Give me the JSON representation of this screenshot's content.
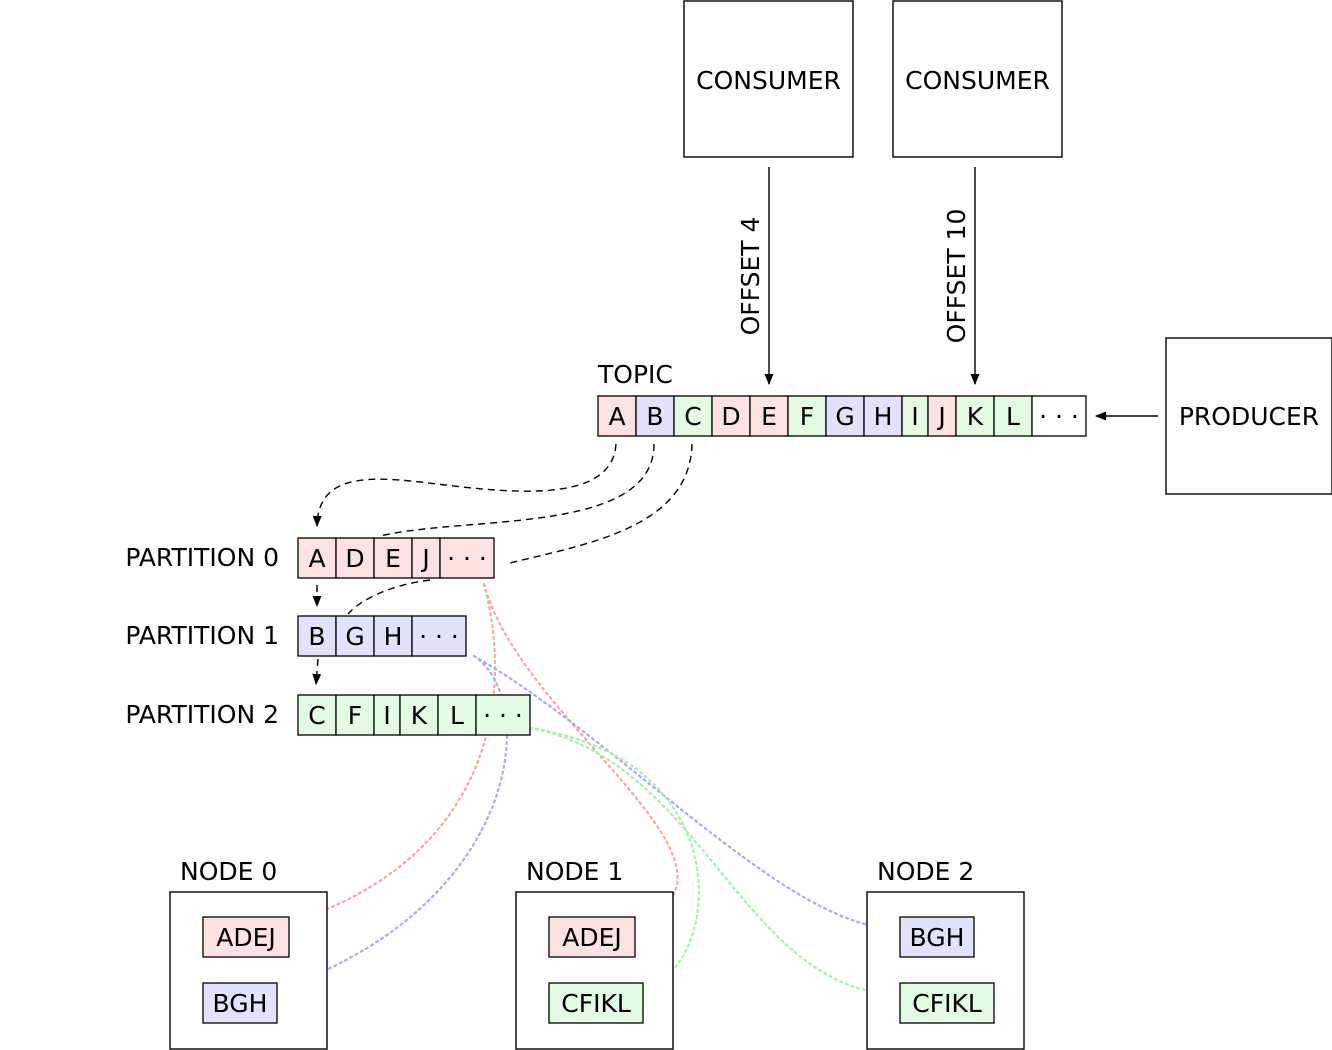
{
  "colors": {
    "red_fill": "#fde2e2",
    "blue_fill": "#e2e2fb",
    "green_fill": "#e2fbe2",
    "red_line": "#f4a6a6",
    "blue_line": "#a9a9f2",
    "green_line": "#a9eea9",
    "ellipsis_fill": "#ffffff"
  },
  "consumers": [
    {
      "label": "CONSUMER",
      "offset_label": "OFFSET 4",
      "target_index": 4
    },
    {
      "label": "CONSUMER",
      "offset_label": "OFFSET 10",
      "target_index": 10
    }
  ],
  "producer": {
    "label": "PRODUCER"
  },
  "topic": {
    "label": "TOPIC",
    "cells": [
      {
        "text": "A",
        "color": "red"
      },
      {
        "text": "B",
        "color": "blue"
      },
      {
        "text": "C",
        "color": "green"
      },
      {
        "text": "D",
        "color": "red"
      },
      {
        "text": "E",
        "color": "red"
      },
      {
        "text": "F",
        "color": "green"
      },
      {
        "text": "G",
        "color": "blue"
      },
      {
        "text": "H",
        "color": "blue"
      },
      {
        "text": "I",
        "color": "green"
      },
      {
        "text": "J",
        "color": "red"
      },
      {
        "text": "K",
        "color": "green"
      },
      {
        "text": "L",
        "color": "green"
      },
      {
        "text": "· · ·",
        "color": "none"
      }
    ]
  },
  "partitions": [
    {
      "label": "PARTITION 0",
      "color": "red",
      "cells": [
        "A",
        "D",
        "E",
        "J",
        "· · ·"
      ]
    },
    {
      "label": "PARTITION 1",
      "color": "blue",
      "cells": [
        "B",
        "G",
        "H",
        "· · ·"
      ]
    },
    {
      "label": "PARTITION 2",
      "color": "green",
      "cells": [
        "C",
        "F",
        "I",
        "K",
        "L",
        "· · ·"
      ]
    }
  ],
  "nodes": [
    {
      "label": "NODE 0",
      "replicas": [
        {
          "text": "ADEJ",
          "color": "red"
        },
        {
          "text": "BGH",
          "color": "blue"
        }
      ]
    },
    {
      "label": "NODE 1",
      "replicas": [
        {
          "text": "ADEJ",
          "color": "red"
        },
        {
          "text": "CFIKL",
          "color": "green"
        }
      ]
    },
    {
      "label": "NODE 2",
      "replicas": [
        {
          "text": "BGH",
          "color": "blue"
        },
        {
          "text": "CFIKL",
          "color": "green"
        }
      ]
    }
  ]
}
